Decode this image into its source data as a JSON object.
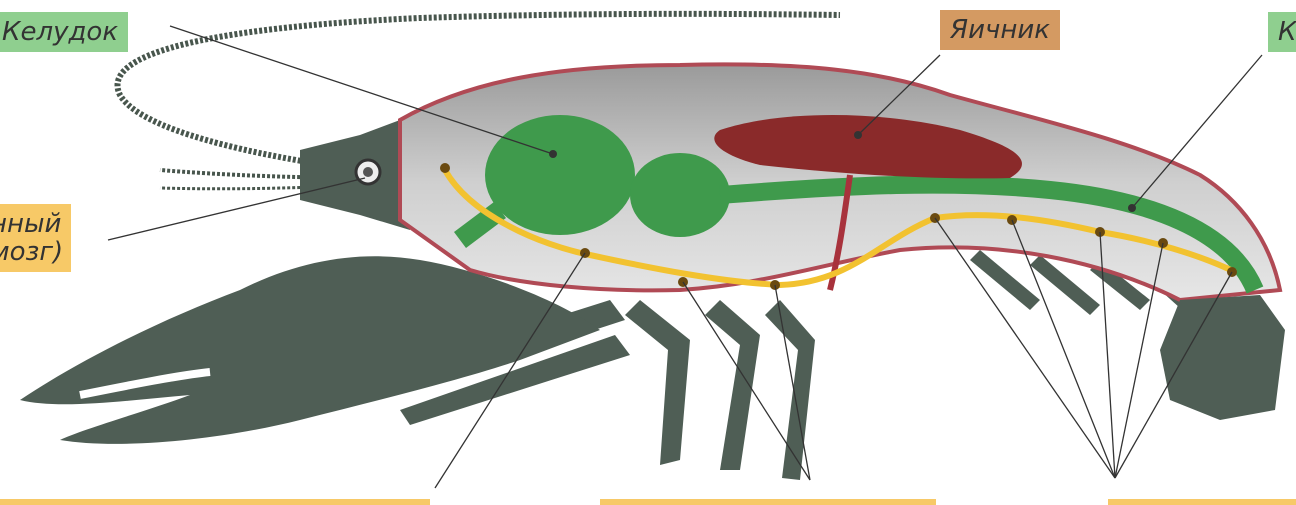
{
  "labels": {
    "stomach": "Келудок",
    "ovary": "Яичник",
    "right_partial": "К",
    "brain_line1": "нный",
    "brain_line2": "мозг)"
  },
  "colors": {
    "stomach_label_bg": "#8fcf8f",
    "ovary_label_bg": "#d49a62",
    "brain_label_bg": "#f7c967",
    "body": "#4f5e55",
    "cavity": "#b9b9b9",
    "digestive": "#3f9a4c",
    "nerve": "#f2c230",
    "ovary": "#8a2a2a",
    "outline": "#b04a55"
  }
}
